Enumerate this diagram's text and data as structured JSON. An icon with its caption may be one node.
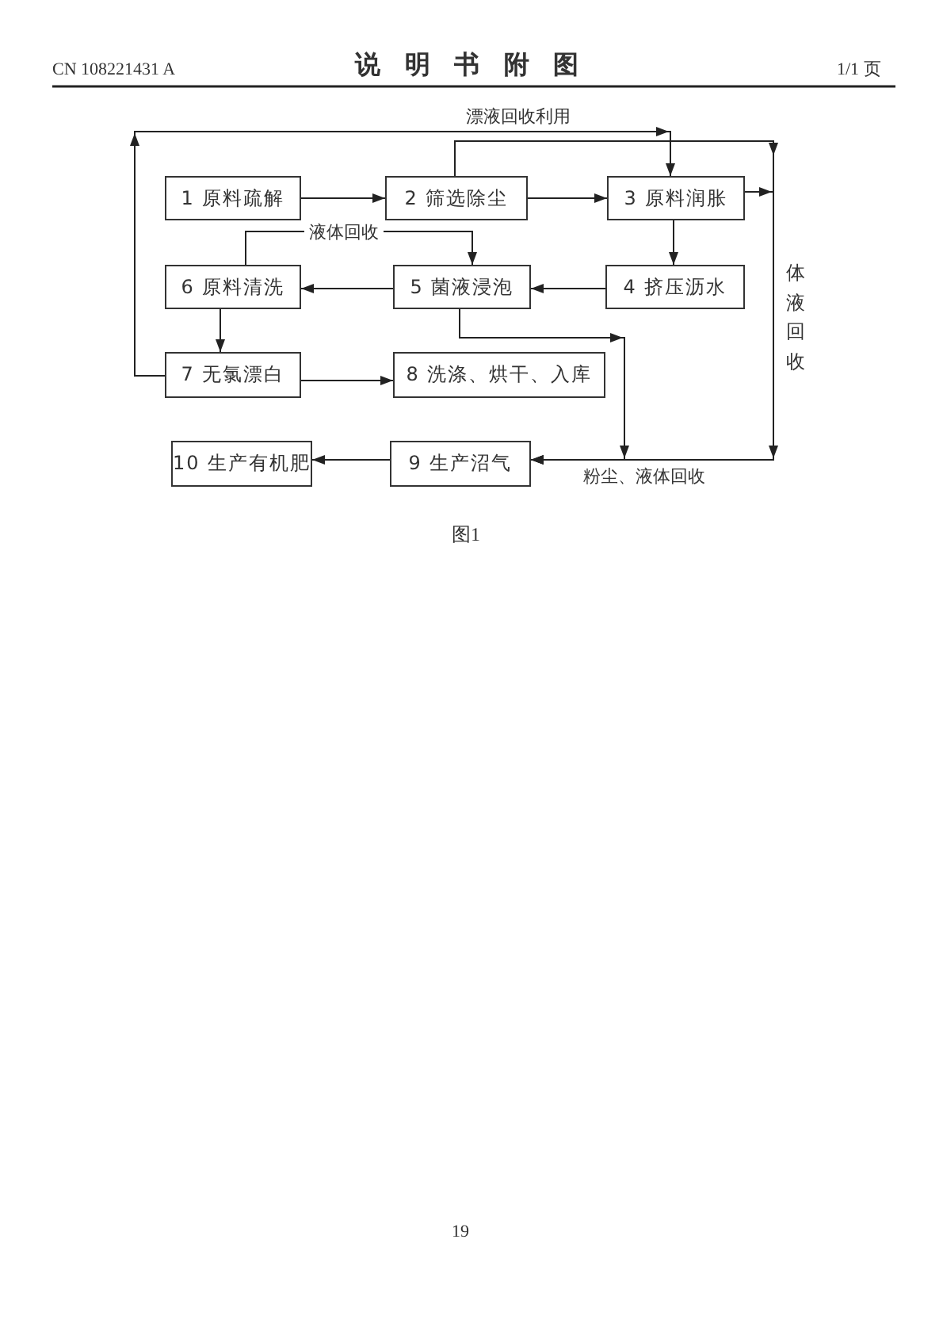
{
  "diagram": {
    "title": "说明书附图",
    "caption": "图1",
    "nodes": [
      {
        "text": [
          "1 原料疏解"
        ]
      },
      {
        "text": [
          "2 筛选除尘"
        ]
      },
      {
        "text": [
          "3 原料润胀"
        ]
      },
      {
        "text": [
          "4 挤压沥水"
        ]
      },
      {
        "text": [
          "5 菌液浸泡"
        ]
      },
      {
        "text": [
          "6 原料清洗"
        ]
      },
      {
        "text": [
          "7 无氯漂白"
        ]
      },
      {
        "text": [
          "8 洗涤、烘干、入库"
        ]
      },
      {
        "text": [
          "9 生产沼气"
        ]
      },
      {
        "text": [
          "10 生产有机肥"
        ]
      }
    ],
    "edges": [
      {
        "from": 0,
        "to": 1,
        "arrow": "to"
      },
      {
        "from": 1,
        "to": 2,
        "arrow": "to"
      },
      {
        "from": 2,
        "to": 3,
        "arrow": "to"
      },
      {
        "from": 3,
        "to": 4,
        "arrow": "to"
      },
      {
        "from": 4,
        "to": 5,
        "arrow": "to"
      },
      {
        "from": 5,
        "to": 6,
        "arrow": "to"
      },
      {
        "from": 6,
        "to": 7,
        "arrow": "to"
      },
      {
        "from": 8,
        "to": 9,
        "arrow": "to"
      },
      {
        "from": 6,
        "to": 2,
        "arrow": "to",
        "label": "漂液回收利用"
      },
      {
        "from": 5,
        "to": 4,
        "arrow": "to",
        "label": "液体回收"
      },
      {
        "from": 1,
        "to": 8,
        "arrow": "to",
        "label": "粉尘、液体回收"
      },
      {
        "from": 2,
        "to": 8,
        "arrow": "to",
        "label": "体液回收"
      },
      {
        "from": 4,
        "to": 8,
        "arrow": "to"
      }
    ],
    "labels": [
      "CN 108221431 A",
      "1/1 页",
      "19"
    ]
  }
}
